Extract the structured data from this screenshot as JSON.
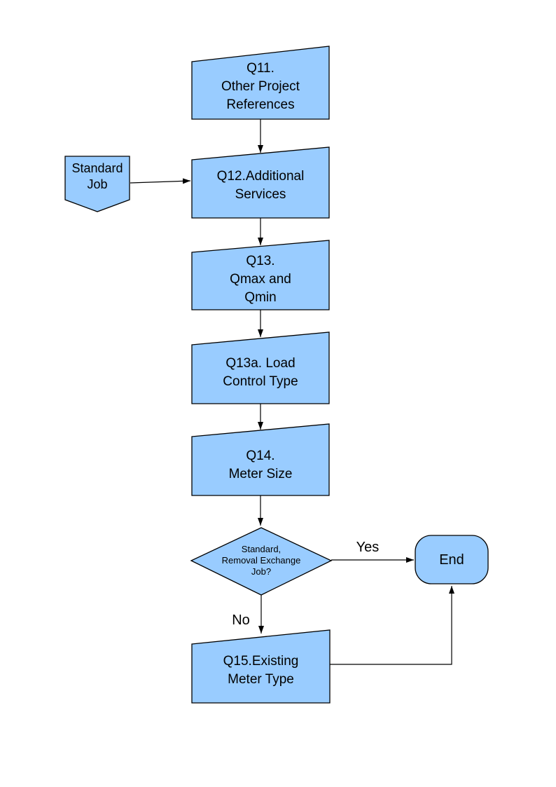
{
  "diagram": {
    "fill_color": "#99CCFF",
    "stroke_color": "#000000",
    "nodes": {
      "q11": {
        "shape": "slanted-box",
        "label": "Q11.\nOther Project\nReferences"
      },
      "standard_job": {
        "shape": "banner-pentagon",
        "label": "Standard\nJob"
      },
      "q12": {
        "shape": "slanted-box",
        "label": "Q12.Additional\nServices"
      },
      "q13": {
        "shape": "slanted-box",
        "label": "Q13.\nQmax and\nQmin"
      },
      "q13a": {
        "shape": "slanted-box",
        "label": "Q13a. Load\nControl Type"
      },
      "q14": {
        "shape": "slanted-box",
        "label": "Q14.\nMeter Size"
      },
      "decision": {
        "shape": "diamond",
        "label": "Standard,\nRemoval Exchange\nJob?"
      },
      "end": {
        "shape": "terminator",
        "label": "End"
      },
      "q15": {
        "shape": "slanted-box",
        "label": "Q15.Existing\nMeter Type"
      }
    },
    "edge_labels": {
      "yes": "Yes",
      "no": "No"
    }
  }
}
